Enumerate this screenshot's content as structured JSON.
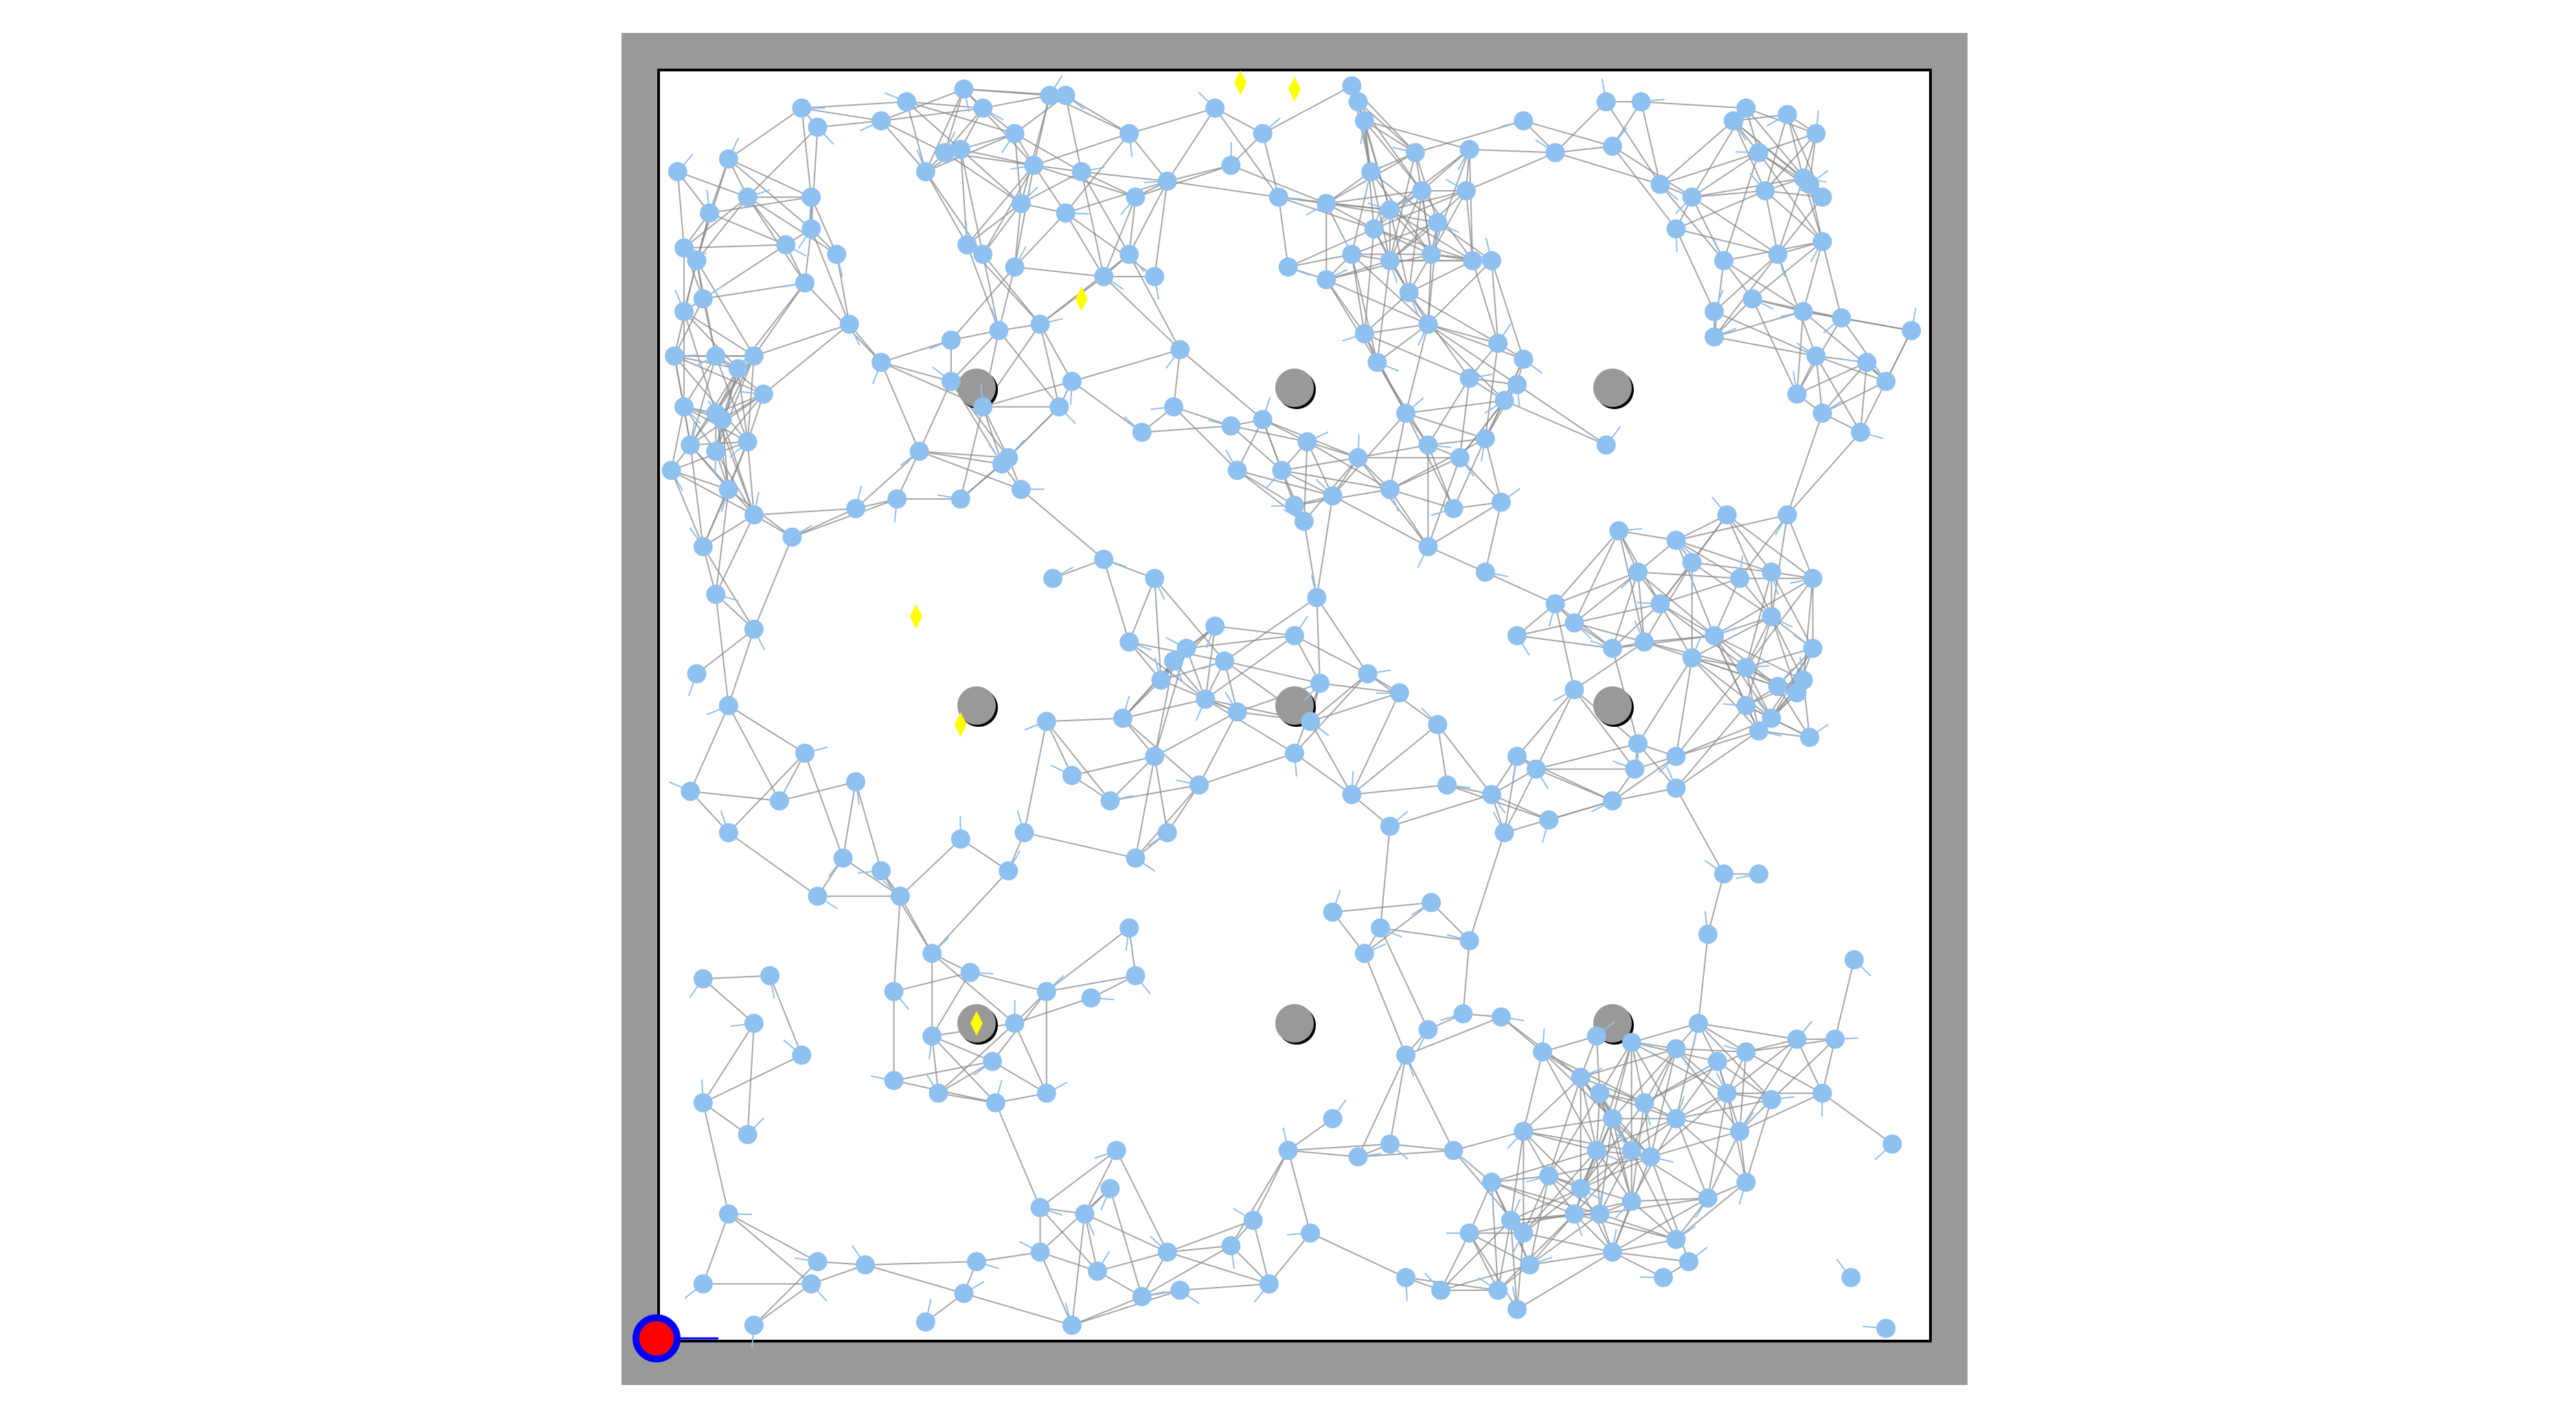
{
  "scene": {
    "colors": {
      "wall": "#999999",
      "floor": "#ffffff",
      "border": "#000000",
      "node": "#8ec0f0",
      "edge": "#888888",
      "obstacle": "#999999",
      "goal": "#ffff00",
      "agent_fill": "#ff0000",
      "agent_ring": "#0000ff"
    },
    "obstacles": [
      {
        "x": 1,
        "y": 1
      },
      {
        "x": 2,
        "y": 1
      },
      {
        "x": 3,
        "y": 1
      },
      {
        "x": 1,
        "y": 2
      },
      {
        "x": 2,
        "y": 2
      },
      {
        "x": 3,
        "y": 2
      },
      {
        "x": 1,
        "y": 3
      },
      {
        "x": 2,
        "y": 3
      },
      {
        "x": 3,
        "y": 3
      }
    ],
    "goals": [
      {
        "x": 1.83,
        "y": 0.04
      },
      {
        "x": 2.0,
        "y": 0.06
      },
      {
        "x": 1.33,
        "y": 0.72
      },
      {
        "x": 0.81,
        "y": 1.72
      },
      {
        "x": 0.95,
        "y": 2.06
      },
      {
        "x": 1.0,
        "y": 3.0
      }
    ],
    "agent": {
      "x": 0.0,
      "y": 4.0
    },
    "nodes": [
      [
        0.45,
        0.12
      ],
      [
        0.5,
        0.18
      ],
      [
        0.48,
        0.4
      ],
      [
        0.3,
        0.9
      ],
      [
        0.18,
        1.08
      ],
      [
        0.14,
        1.5
      ],
      [
        0.3,
        1.4
      ],
      [
        0.42,
        1.47
      ],
      [
        0.18,
        1.65
      ],
      [
        0.3,
        1.76
      ],
      [
        0.12,
        1.9
      ],
      [
        0.22,
        2.0
      ],
      [
        0.1,
        2.27
      ],
      [
        0.22,
        2.4
      ],
      [
        0.38,
        2.3
      ],
      [
        0.46,
        2.15
      ],
      [
        0.5,
        2.6
      ],
      [
        0.35,
        2.85
      ],
      [
        0.14,
        2.86
      ],
      [
        0.3,
        3.0
      ],
      [
        0.45,
        3.1
      ],
      [
        0.14,
        3.25
      ],
      [
        0.28,
        3.35
      ],
      [
        0.22,
        3.6
      ],
      [
        0.48,
        3.82
      ],
      [
        0.3,
        3.95
      ],
      [
        0.14,
        3.82
      ],
      [
        0.5,
        3.75
      ],
      [
        0.65,
        3.76
      ],
      [
        0.84,
        3.94
      ],
      [
        0.96,
        3.85
      ],
      [
        1.0,
        3.75
      ],
      [
        0.6,
        0.8
      ],
      [
        0.7,
        0.92
      ],
      [
        0.92,
        0.85
      ],
      [
        1.02,
        0.58
      ],
      [
        1.07,
        0.82
      ],
      [
        1.12,
        0.62
      ],
      [
        1.2,
        0.8
      ],
      [
        1.4,
        0.65
      ],
      [
        1.56,
        0.65
      ],
      [
        1.64,
        0.88
      ],
      [
        1.62,
        1.06
      ],
      [
        1.52,
        1.14
      ],
      [
        0.97,
        0.55
      ],
      [
        1.14,
        0.42
      ],
      [
        1.28,
        0.45
      ],
      [
        1.48,
        0.58
      ],
      [
        0.75,
        1.35
      ],
      [
        0.82,
        1.2
      ],
      [
        0.95,
        1.35
      ],
      [
        1.08,
        1.24
      ],
      [
        0.62,
        1.38
      ],
      [
        1.24,
        1.6
      ],
      [
        1.4,
        1.54
      ],
      [
        1.56,
        1.6
      ],
      [
        1.75,
        1.75
      ],
      [
        1.22,
        2.05
      ],
      [
        1.3,
        2.22
      ],
      [
        1.15,
        2.4
      ],
      [
        1.1,
        2.52
      ],
      [
        1.42,
        2.3
      ],
      [
        1.5,
        2.48
      ],
      [
        0.62,
        2.24
      ],
      [
        0.58,
        2.48
      ],
      [
        0.7,
        2.52
      ],
      [
        0.76,
        2.6
      ],
      [
        0.95,
        2.42
      ],
      [
        0.86,
        2.78
      ],
      [
        0.98,
        2.84
      ],
      [
        0.74,
        2.9
      ],
      [
        0.86,
        3.04
      ],
      [
        1.05,
        3.12
      ],
      [
        0.74,
        3.18
      ],
      [
        0.88,
        3.22
      ],
      [
        1.06,
        3.25
      ],
      [
        1.22,
        3.22
      ],
      [
        1.2,
        3.58
      ],
      [
        1.34,
        3.6
      ],
      [
        1.42,
        3.52
      ],
      [
        1.44,
        3.4
      ],
      [
        1.2,
        3.72
      ],
      [
        1.3,
        3.95
      ],
      [
        1.38,
        3.78
      ],
      [
        1.52,
        3.86
      ],
      [
        1.64,
        3.84
      ],
      [
        1.8,
        3.7
      ],
      [
        1.92,
        3.82
      ],
      [
        2.05,
        3.66
      ],
      [
        1.6,
        3.72
      ],
      [
        1.12,
        3.0
      ],
      [
        1.22,
        2.9
      ],
      [
        1.36,
        2.92
      ],
      [
        1.5,
        2.85
      ],
      [
        1.48,
        2.7
      ],
      [
        1.6,
        2.4
      ],
      [
        1.7,
        2.25
      ],
      [
        1.82,
        2.02
      ],
      [
        1.46,
        2.04
      ],
      [
        1.56,
        2.16
      ],
      [
        1.48,
        1.8
      ],
      [
        1.62,
        1.86
      ],
      [
        1.72,
        1.98
      ],
      [
        1.78,
        1.86
      ],
      [
        1.66,
        1.82
      ],
      [
        1.58,
        1.92
      ],
      [
        1.23,
        0.08
      ],
      [
        1.33,
        0.32
      ],
      [
        1.28,
        0.08
      ],
      [
        1.48,
        0.2
      ],
      [
        1.5,
        0.4
      ],
      [
        1.6,
        0.35
      ],
      [
        1.75,
        0.12
      ],
      [
        1.8,
        0.3
      ],
      [
        1.9,
        0.2
      ],
      [
        1.95,
        0.4
      ],
      [
        2.18,
        0.05
      ],
      [
        2.22,
        0.16
      ],
      [
        2.4,
        0.38
      ],
      [
        2.38,
        0.26
      ],
      [
        2.2,
        0.1
      ],
      [
        2.25,
        0.5
      ],
      [
        2.1,
        0.66
      ],
      [
        1.98,
        0.62
      ],
      [
        2.36,
        0.7
      ],
      [
        2.42,
        0.8
      ],
      [
        2.22,
        0.83
      ],
      [
        2.54,
        0.38
      ],
      [
        2.62,
        0.6
      ],
      [
        2.64,
        0.86
      ],
      [
        2.55,
        0.97
      ],
      [
        2.72,
        0.91
      ],
      [
        2.7,
        0.99
      ],
      [
        1.96,
        1.26
      ],
      [
        2.0,
        1.37
      ],
      [
        2.12,
        1.34
      ],
      [
        2.2,
        1.22
      ],
      [
        2.35,
        1.08
      ],
      [
        2.42,
        1.18
      ],
      [
        2.52,
        1.22
      ],
      [
        2.6,
        1.16
      ],
      [
        2.66,
        1.04
      ],
      [
        1.8,
        1.12
      ],
      [
        1.82,
        1.26
      ],
      [
        1.9,
        1.1
      ],
      [
        2.04,
        1.17
      ],
      [
        2.26,
        0.92
      ],
      [
        2.3,
        1.32
      ],
      [
        2.42,
        1.5
      ],
      [
        2.5,
        1.38
      ],
      [
        2.03,
        1.42
      ],
      [
        2.07,
        1.66
      ],
      [
        2.0,
        1.78
      ],
      [
        2.23,
        1.9
      ],
      [
        2.05,
        2.05
      ],
      [
        2.0,
        2.15
      ],
      [
        2.08,
        1.93
      ],
      [
        2.33,
        1.96
      ],
      [
        2.45,
        2.06
      ],
      [
        2.18,
        2.28
      ],
      [
        2.3,
        2.38
      ],
      [
        2.48,
        2.25
      ],
      [
        2.62,
        2.28
      ],
      [
        2.7,
        2.16
      ],
      [
        2.43,
        2.62
      ],
      [
        2.55,
        2.74
      ],
      [
        2.66,
        2.4
      ],
      [
        2.12,
        2.65
      ],
      [
        2.22,
        2.78
      ],
      [
        2.27,
        2.7
      ],
      [
        2.35,
        3.1
      ],
      [
        2.42,
        3.02
      ],
      [
        2.53,
        2.97
      ],
      [
        1.87,
        3.62
      ],
      [
        1.98,
        3.4
      ],
      [
        2.12,
        3.3
      ],
      [
        2.2,
        3.42
      ],
      [
        2.5,
        3.4
      ],
      [
        2.62,
        3.5
      ],
      [
        2.72,
        3.34
      ],
      [
        2.55,
        3.66
      ],
      [
        2.46,
        3.84
      ],
      [
        2.78,
        3.09
      ],
      [
        2.95,
        3.04
      ],
      [
        3.06,
        3.06
      ],
      [
        3.2,
        3.08
      ],
      [
        3.27,
        3.0
      ],
      [
        3.33,
        3.12
      ],
      [
        3.42,
        3.09
      ],
      [
        3.36,
        3.22
      ],
      [
        3.2,
        3.3
      ],
      [
        2.9,
        3.17
      ],
      [
        2.95,
        3.4
      ],
      [
        2.88,
        3.6
      ],
      [
        2.72,
        3.66
      ],
      [
        2.8,
        3.48
      ],
      [
        2.64,
        3.84
      ],
      [
        2.7,
        3.9
      ],
      [
        3.4,
        3.34
      ],
      [
        3.5,
        3.24
      ],
      [
        2.3,
        3.38
      ],
      [
        2.35,
        3.8
      ],
      [
        3.06,
        3.56
      ],
      [
        3.16,
        3.8
      ],
      [
        3.06,
        3.4
      ],
      [
        2.96,
        3.6
      ],
      [
        3.24,
        3.75
      ],
      [
        2.65,
        2.98
      ],
      [
        2.96,
        3.22
      ],
      [
        2.24,
        0.32
      ],
      [
        2.1,
        0.42
      ],
      [
        2.3,
        0.44
      ],
      [
        2.18,
        0.58
      ],
      [
        2.43,
        0.58
      ],
      [
        2.56,
        0.6
      ],
      [
        2.45,
        0.48
      ],
      [
        2.3,
        0.6
      ],
      [
        2.55,
        0.25
      ],
      [
        2.72,
        0.16
      ],
      [
        2.82,
        0.26
      ],
      [
        2.98,
        0.1
      ],
      [
        3.0,
        0.24
      ],
      [
        3.09,
        0.1
      ],
      [
        3.15,
        0.36
      ],
      [
        3.2,
        0.5
      ],
      [
        3.25,
        0.4
      ],
      [
        3.46,
        0.26
      ],
      [
        3.48,
        0.38
      ],
      [
        3.64,
        0.2
      ],
      [
        3.62,
        0.36
      ],
      [
        3.6,
        0.34
      ],
      [
        3.38,
        0.16
      ],
      [
        3.42,
        0.12
      ],
      [
        3.55,
        0.14
      ],
      [
        3.66,
        0.4
      ],
      [
        3.35,
        0.6
      ],
      [
        3.32,
        0.76
      ],
      [
        3.32,
        0.84
      ],
      [
        3.44,
        0.72
      ],
      [
        3.52,
        0.58
      ],
      [
        3.66,
        0.54
      ],
      [
        3.6,
        0.76
      ],
      [
        3.64,
        0.9
      ],
      [
        3.58,
        1.02
      ],
      [
        2.98,
        1.18
      ],
      [
        3.02,
        1.45
      ],
      [
        3.2,
        1.48
      ],
      [
        3.25,
        1.55
      ],
      [
        3.08,
        1.58
      ],
      [
        3.15,
        1.68
      ],
      [
        3.36,
        1.4
      ],
      [
        3.4,
        1.6
      ],
      [
        2.65,
        1.36
      ],
      [
        2.6,
        1.58
      ],
      [
        2.7,
        1.78
      ],
      [
        2.82,
        1.68
      ],
      [
        2.88,
        1.95
      ],
      [
        3.0,
        1.82
      ],
      [
        3.1,
        1.8
      ],
      [
        3.25,
        1.85
      ],
      [
        3.32,
        1.78
      ],
      [
        3.5,
        1.72
      ],
      [
        3.5,
        1.58
      ],
      [
        3.55,
        1.4
      ],
      [
        3.63,
        1.6
      ],
      [
        3.63,
        1.82
      ],
      [
        3.6,
        1.92
      ],
      [
        3.52,
        1.94
      ],
      [
        3.42,
        1.88
      ],
      [
        2.88,
        1.74
      ],
      [
        3.08,
        2.12
      ],
      [
        3.2,
        2.16
      ],
      [
        3.42,
        2.0
      ],
      [
        3.5,
        2.04
      ],
      [
        3.58,
        1.96
      ],
      [
        3.62,
        2.1
      ],
      [
        3.46,
        2.08
      ],
      [
        2.76,
        2.2
      ],
      [
        2.8,
        2.36
      ],
      [
        3.0,
        2.3
      ],
      [
        3.07,
        2.2
      ],
      [
        3.2,
        2.26
      ],
      [
        2.68,
        3.62
      ],
      [
        2.74,
        3.76
      ],
      [
        2.9,
        3.52
      ],
      [
        3.1,
        3.25
      ],
      [
        3.3,
        3.55
      ],
      [
        3.46,
        2.53
      ],
      [
        3.35,
        2.53
      ],
      [
        3.3,
        2.72
      ],
      [
        3.58,
        3.05
      ],
      [
        3.7,
        3.05
      ],
      [
        3.76,
        2.8
      ],
      [
        3.66,
        3.22
      ],
      [
        3.88,
        3.38
      ],
      [
        3.86,
        3.96
      ],
      [
        3.75,
        3.8
      ],
      [
        3.0,
        3.72
      ],
      [
        3.2,
        3.68
      ],
      [
        3.12,
        3.42
      ],
      [
        3.0,
        3.3
      ],
      [
        3.42,
        3.5
      ],
      [
        0.18,
        0.9
      ],
      [
        0.25,
        0.94
      ],
      [
        0.08,
        0.76
      ],
      [
        0.22,
        0.28
      ],
      [
        0.28,
        0.4
      ],
      [
        0.4,
        0.55
      ],
      [
        0.56,
        0.58
      ],
      [
        0.48,
        0.5
      ],
      [
        0.46,
        0.67
      ],
      [
        0.12,
        0.6
      ],
      [
        0.16,
        0.45
      ],
      [
        0.06,
        0.32
      ],
      [
        0.05,
        0.9
      ],
      [
        0.08,
        1.06
      ],
      [
        0.18,
        1.2
      ],
      [
        0.28,
        1.17
      ],
      [
        0.33,
        1.02
      ],
      [
        0.2,
        1.1
      ],
      [
        0.1,
        1.18
      ],
      [
        0.14,
        0.72
      ],
      [
        0.08,
        0.56
      ],
      [
        0.04,
        1.26
      ],
      [
        0.22,
        1.32
      ],
      [
        0.7,
        0.16
      ],
      [
        0.78,
        0.1
      ],
      [
        0.84,
        0.32
      ],
      [
        0.9,
        0.26
      ],
      [
        0.95,
        0.25
      ],
      [
        1.02,
        0.12
      ],
      [
        0.96,
        0.06
      ],
      [
        1.12,
        0.2
      ],
      [
        1.18,
        0.3
      ],
      [
        0.92,
        0.98
      ],
      [
        1.02,
        1.06
      ],
      [
        1.1,
        1.22
      ],
      [
        1.14,
        1.32
      ],
      [
        1.26,
        1.06
      ],
      [
        1.3,
        0.98
      ],
      [
        3.72,
        0.78
      ],
      [
        3.8,
        0.92
      ],
      [
        3.86,
        0.98
      ],
      [
        3.94,
        0.82
      ],
      [
        3.66,
        1.08
      ],
      [
        3.78,
        1.14
      ]
    ]
  }
}
